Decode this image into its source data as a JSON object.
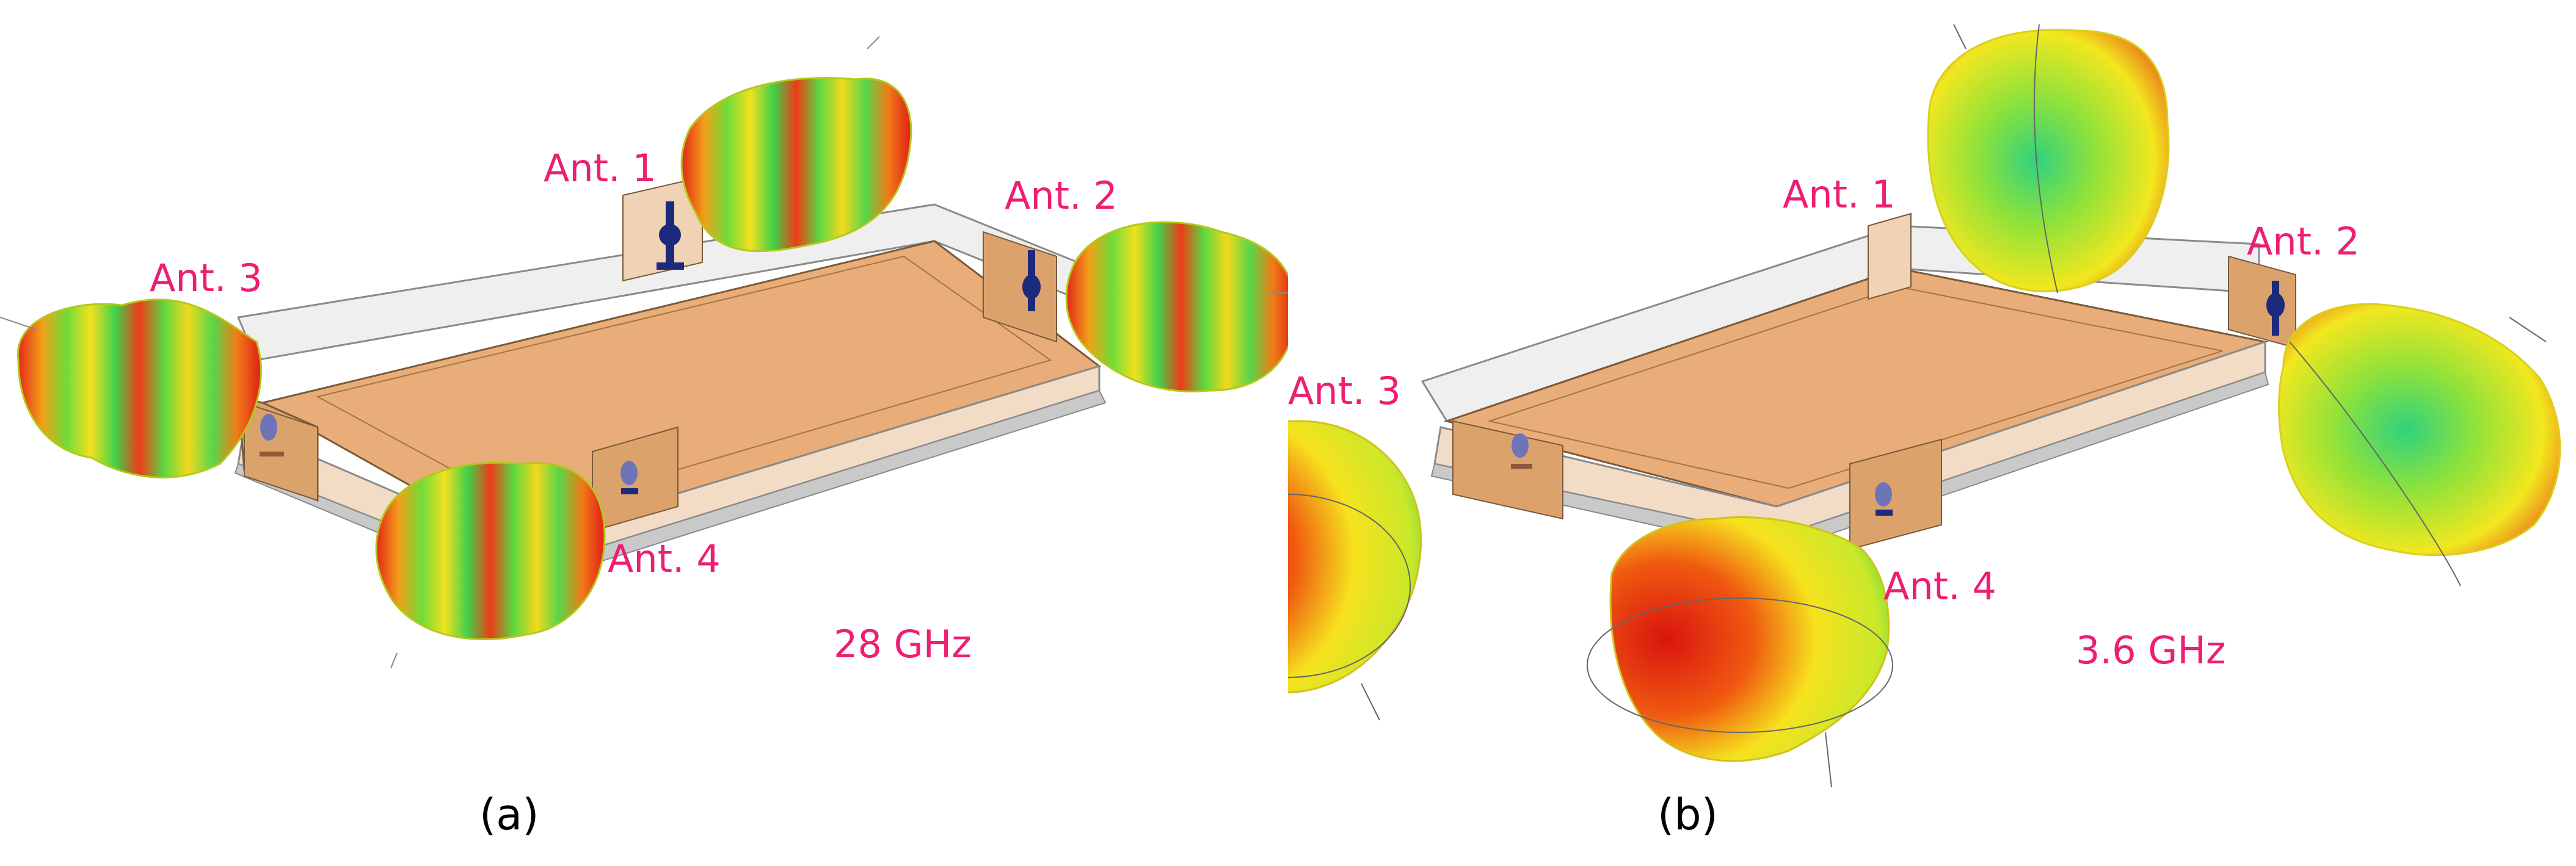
{
  "panels": [
    {
      "id": "a",
      "sublabel": "(a)",
      "frequency": "28 GHz",
      "antennas": [
        "Ant. 1",
        "Ant. 2",
        "Ant. 3",
        "Ant. 4"
      ]
    },
    {
      "id": "b",
      "sublabel": "(b)",
      "frequency": "3.6 GHz",
      "antennas": [
        "Ant. 1",
        "Ant. 2",
        "Ant. 3",
        "Ant. 4"
      ]
    }
  ],
  "colors": {
    "label": "#ee1e72",
    "board_top": "#e9b27d",
    "board_side": "#d99a62",
    "wall": "#eeeeee",
    "antenna_feed": "#1b2a7a",
    "pattern_hot": "#e8201c",
    "pattern_mid": "#f5e61a",
    "pattern_cool": "#3ad13a"
  }
}
